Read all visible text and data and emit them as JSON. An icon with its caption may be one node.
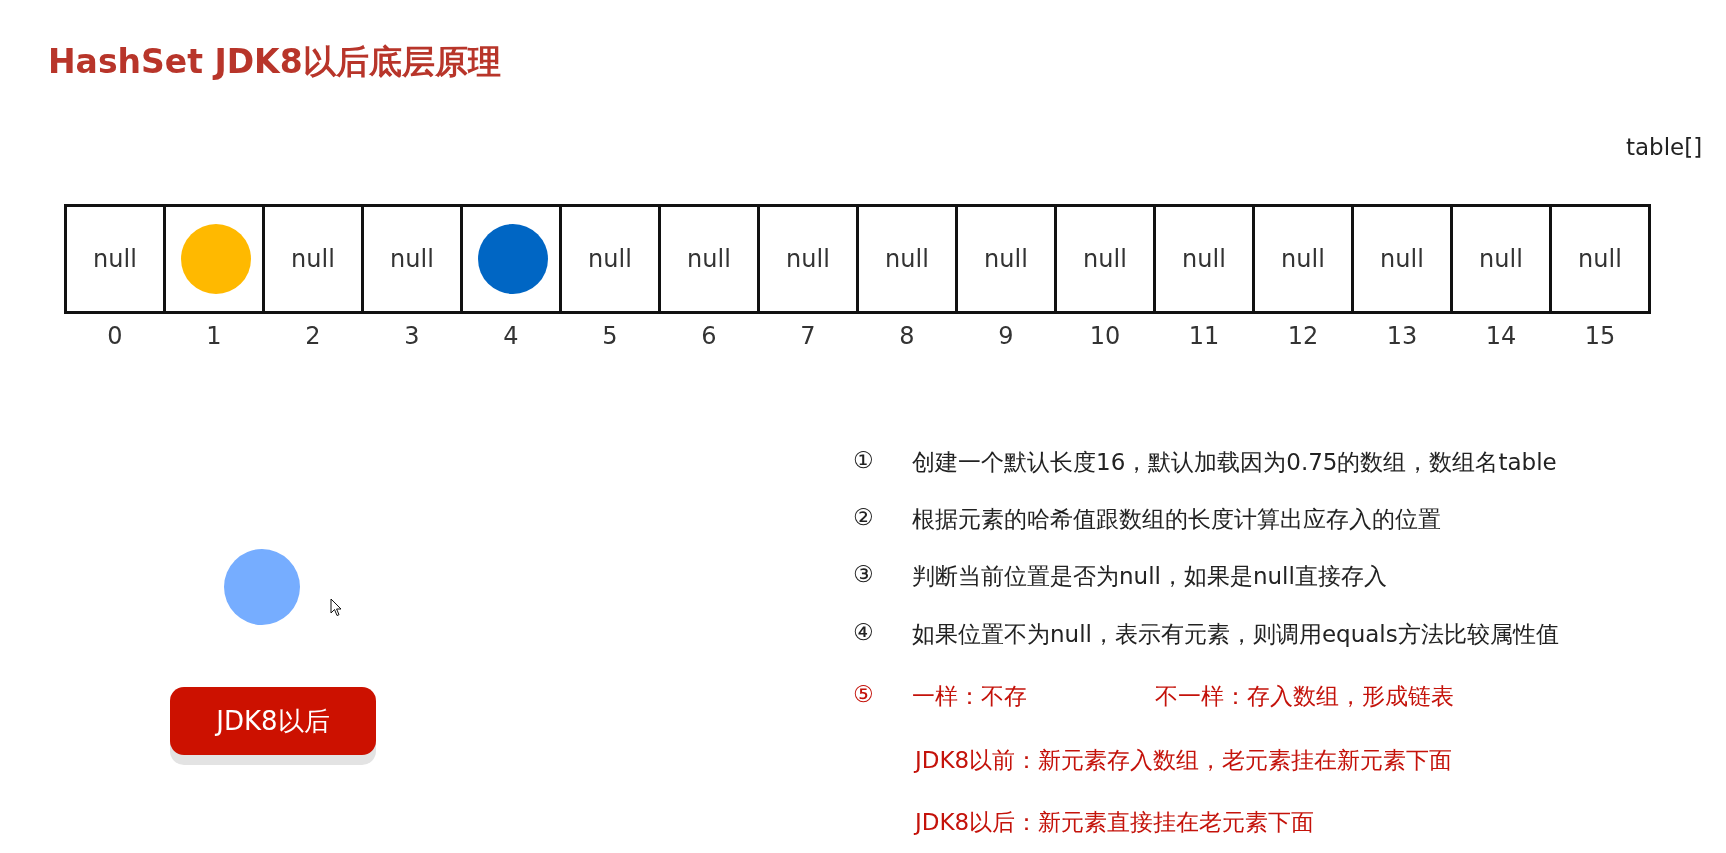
{
  "diagram": {
    "title": "HashSet JDK8以后底层原理",
    "nodes": [
      {
        "text": [
          "null"
        ],
        "beside": [
          "0"
        ]
      },
      {
        "text": [],
        "shape": "box",
        "beside": [
          "1"
        ]
      },
      {
        "text": [
          "null"
        ],
        "beside": [
          "2"
        ]
      },
      {
        "text": [
          "null"
        ],
        "beside": [
          "3"
        ]
      },
      {
        "text": [],
        "shape": "box",
        "beside": [
          "4"
        ]
      },
      {
        "text": [
          "null"
        ],
        "beside": [
          "5"
        ]
      },
      {
        "text": [
          "null"
        ],
        "beside": [
          "6"
        ]
      },
      {
        "text": [
          "null"
        ],
        "beside": [
          "7"
        ]
      },
      {
        "text": [
          "null"
        ],
        "beside": [
          "8"
        ]
      },
      {
        "text": [
          "null"
        ],
        "beside": [
          "9"
        ]
      },
      {
        "text": [
          "null"
        ],
        "beside": [
          "10"
        ]
      },
      {
        "text": [
          "null"
        ],
        "beside": [
          "11"
        ]
      },
      {
        "text": [
          "null"
        ],
        "beside": [
          "12"
        ]
      },
      {
        "text": [
          "null"
        ],
        "beside": [
          "13"
        ]
      },
      {
        "text": [
          "null"
        ],
        "beside": [
          "14"
        ]
      },
      {
        "text": [
          "null"
        ],
        "beside": [
          "15"
        ]
      },
      {
        "text": [],
        "shape": "circle",
        "in": 1
      },
      {
        "text": [],
        "shape": "circle",
        "in": 4
      },
      {
        "text": [],
        "shape": "circle"
      },
      {
        "text": [
          "JDK8以后"
        ]
      }
    ],
    "labels": [
      "table[]",
      "①",
      "创建一个默认长度16，默认加载因为0.75的数组，数组名table",
      "②",
      "根据元素的哈希值跟数组的长度计算出应存入的位置",
      "③",
      "判断当前位置是否为null，如果是null直接存入",
      "④",
      "如果位置不为null，表示有元素，则调用equals方法比较属性值",
      "⑤",
      "一样：不存",
      "不一样：存入数组，形成链表",
      "JDK8以前：新元素存入数组，老元素挂在新元素下面",
      "JDK8以后：新元素直接挂在老元素下面"
    ]
  }
}
